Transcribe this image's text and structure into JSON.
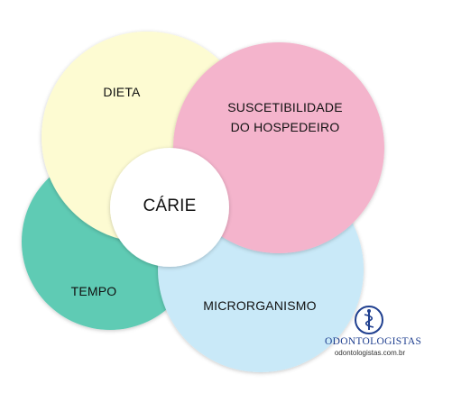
{
  "diagram": {
    "center": "CÁRIE",
    "factors": {
      "diet": "DIETA",
      "host": [
        "SUSCETIBILIDADE",
        "DO HOSPEDEIRO"
      ],
      "time": "TEMPO",
      "microorganism": "MICRORGANISMO"
    },
    "colors": {
      "diet": "#fdfbd2",
      "host": "#f4b4cc",
      "time": "#5ecbb4",
      "microorganism": "#c9e9f8",
      "center": "#ffffff"
    }
  },
  "logo": {
    "name": "ODONTOLOGISTAS",
    "url": "odontologistas.com.br",
    "icon": "caduceus-icon"
  }
}
